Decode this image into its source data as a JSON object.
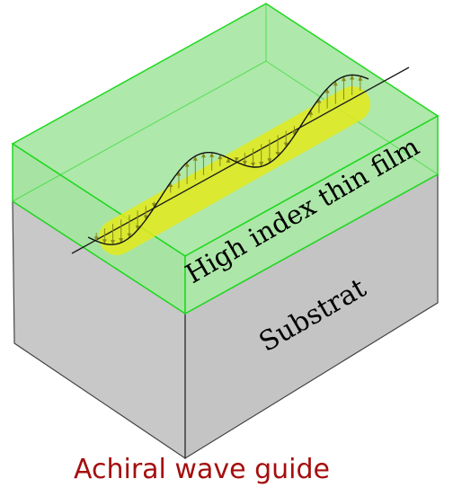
{
  "labels": {
    "film": "High index thin film",
    "substrate": "Substrat"
  },
  "caption": "Achiral wave guide",
  "colors": {
    "film_fill": "#aee8aa",
    "film_edge": "#1ed81e",
    "substrate_front": "#c8c8c8",
    "substrate_side": "#c3c3c3",
    "beam": "#e4ea1c",
    "arrow": "#8a8a1a",
    "caption": "#a50e0e"
  }
}
